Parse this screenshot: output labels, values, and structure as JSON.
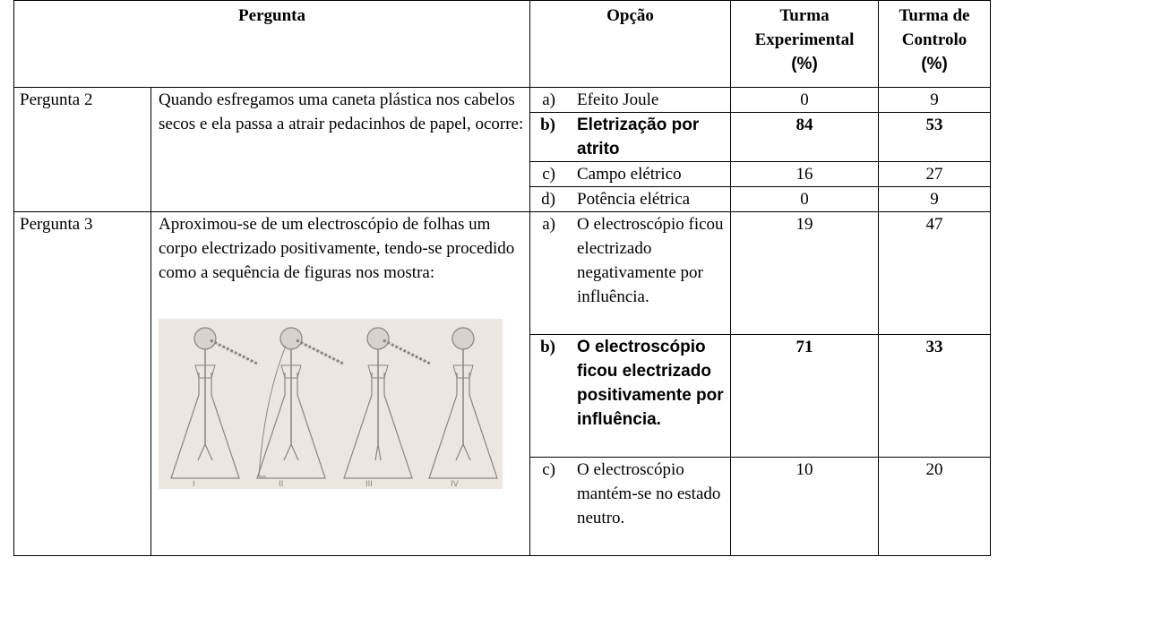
{
  "headers": {
    "pergunta": "Pergunta",
    "opcao": "Opção",
    "experimental_line1": "Turma",
    "experimental_line2": "Experimental",
    "experimental_line3": "(%)",
    "controlo_line1": "Turma de",
    "controlo_line2": "Controlo",
    "controlo_line3": "(%)"
  },
  "questions": [
    {
      "label": "Pergunta 2",
      "text": "Quando esfregamos uma caneta plástica nos cabelos secos e ela passa a atrair pedacinhos de papel, ocorre:",
      "options": [
        {
          "letter": "a)",
          "text": "Efeito Joule",
          "experimental": "0",
          "controlo": "9",
          "bold": false
        },
        {
          "letter": "b)",
          "text": "Eletrização por atrito",
          "experimental": "84",
          "controlo": "53",
          "bold": true
        },
        {
          "letter": "c)",
          "text": "Campo elétrico",
          "experimental": "16",
          "controlo": "27",
          "bold": false
        },
        {
          "letter": "d)",
          "text": "Potência elétrica",
          "experimental": "0",
          "controlo": "9",
          "bold": false
        }
      ]
    },
    {
      "label": "Pergunta 3",
      "text": "Aproximou-se de um electroscópio de folhas um corpo electrizado positivamente, tendo-se procedido como a sequência de figuras nos mostra:",
      "figure_labels": [
        "I",
        "II",
        "III",
        "IV"
      ],
      "options": [
        {
          "letter": "a)",
          "text": "O electroscópio ficou electrizado negativamente por influência.",
          "experimental": "19",
          "controlo": "47",
          "bold": false
        },
        {
          "letter": "b)",
          "text": "O electroscópio ficou electrizado positivamente por influência.",
          "experimental": "71",
          "controlo": "33",
          "bold": true
        },
        {
          "letter": "c)",
          "text": "O electroscópio mantém-se no estado neutro.",
          "experimental": "10",
          "controlo": "20",
          "bold": false
        }
      ]
    }
  ],
  "colors": {
    "figure_background": "#ece6e1",
    "figure_ink": "#8a8480"
  }
}
